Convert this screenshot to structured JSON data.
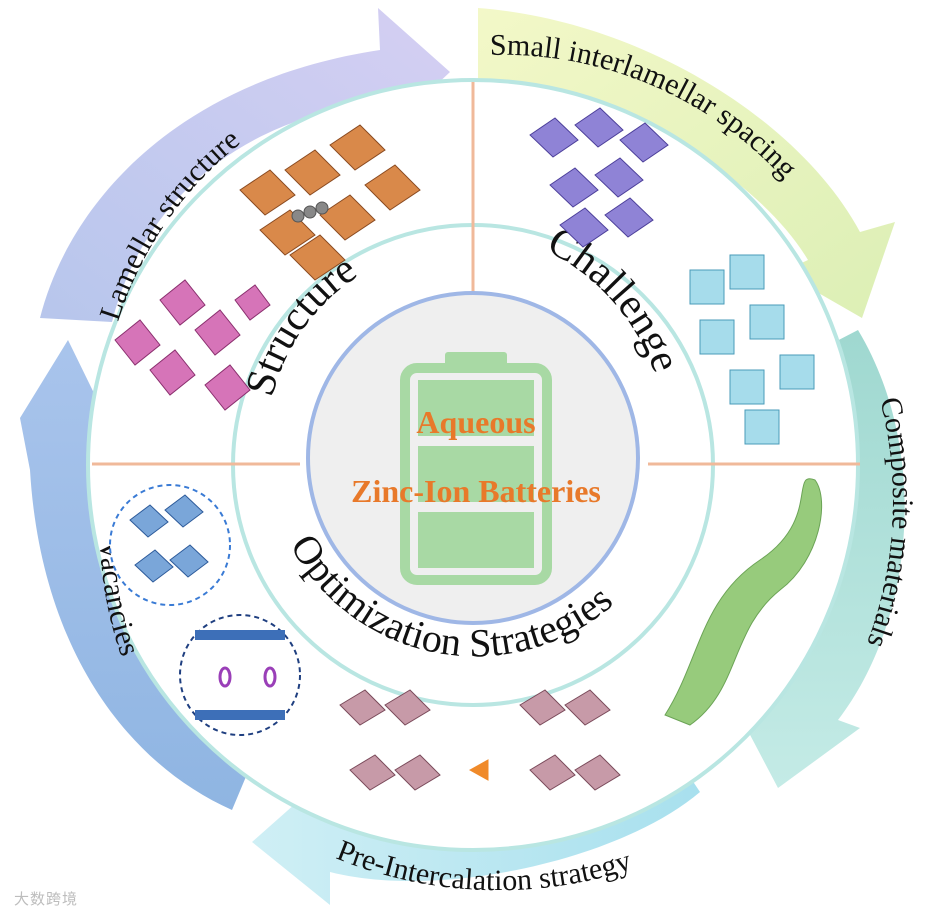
{
  "center": {
    "line1": "Aqueous",
    "line2": "Zinc-Ion Batteries"
  },
  "quadrants": {
    "structure": "Structure",
    "challenge": "Challenge",
    "strategies": "Optimization Strategies"
  },
  "arrows": {
    "lamellar": "Lamellar structure",
    "spacing": "Small interlamellar spacing",
    "composite": "Composite materials",
    "preintercalation": "Pre-Intercalation strategy",
    "vacancies": "Vacancies"
  },
  "watermark": "大数跨境",
  "colors": {
    "center_text": "#e8792a",
    "battery": "#a8d9a4",
    "inner_ring": "#9fb7e6",
    "outer_ring": "#b9e6e2",
    "divider": "#f0b99a",
    "arrow_lamellar": "#c9c7ef",
    "arrow_spacing": "#eef5c0",
    "arrow_composite": "#a9dcd4",
    "arrow_preintercalation": "#b5e4ee",
    "arrow_vacancies": "#9bbde6"
  }
}
